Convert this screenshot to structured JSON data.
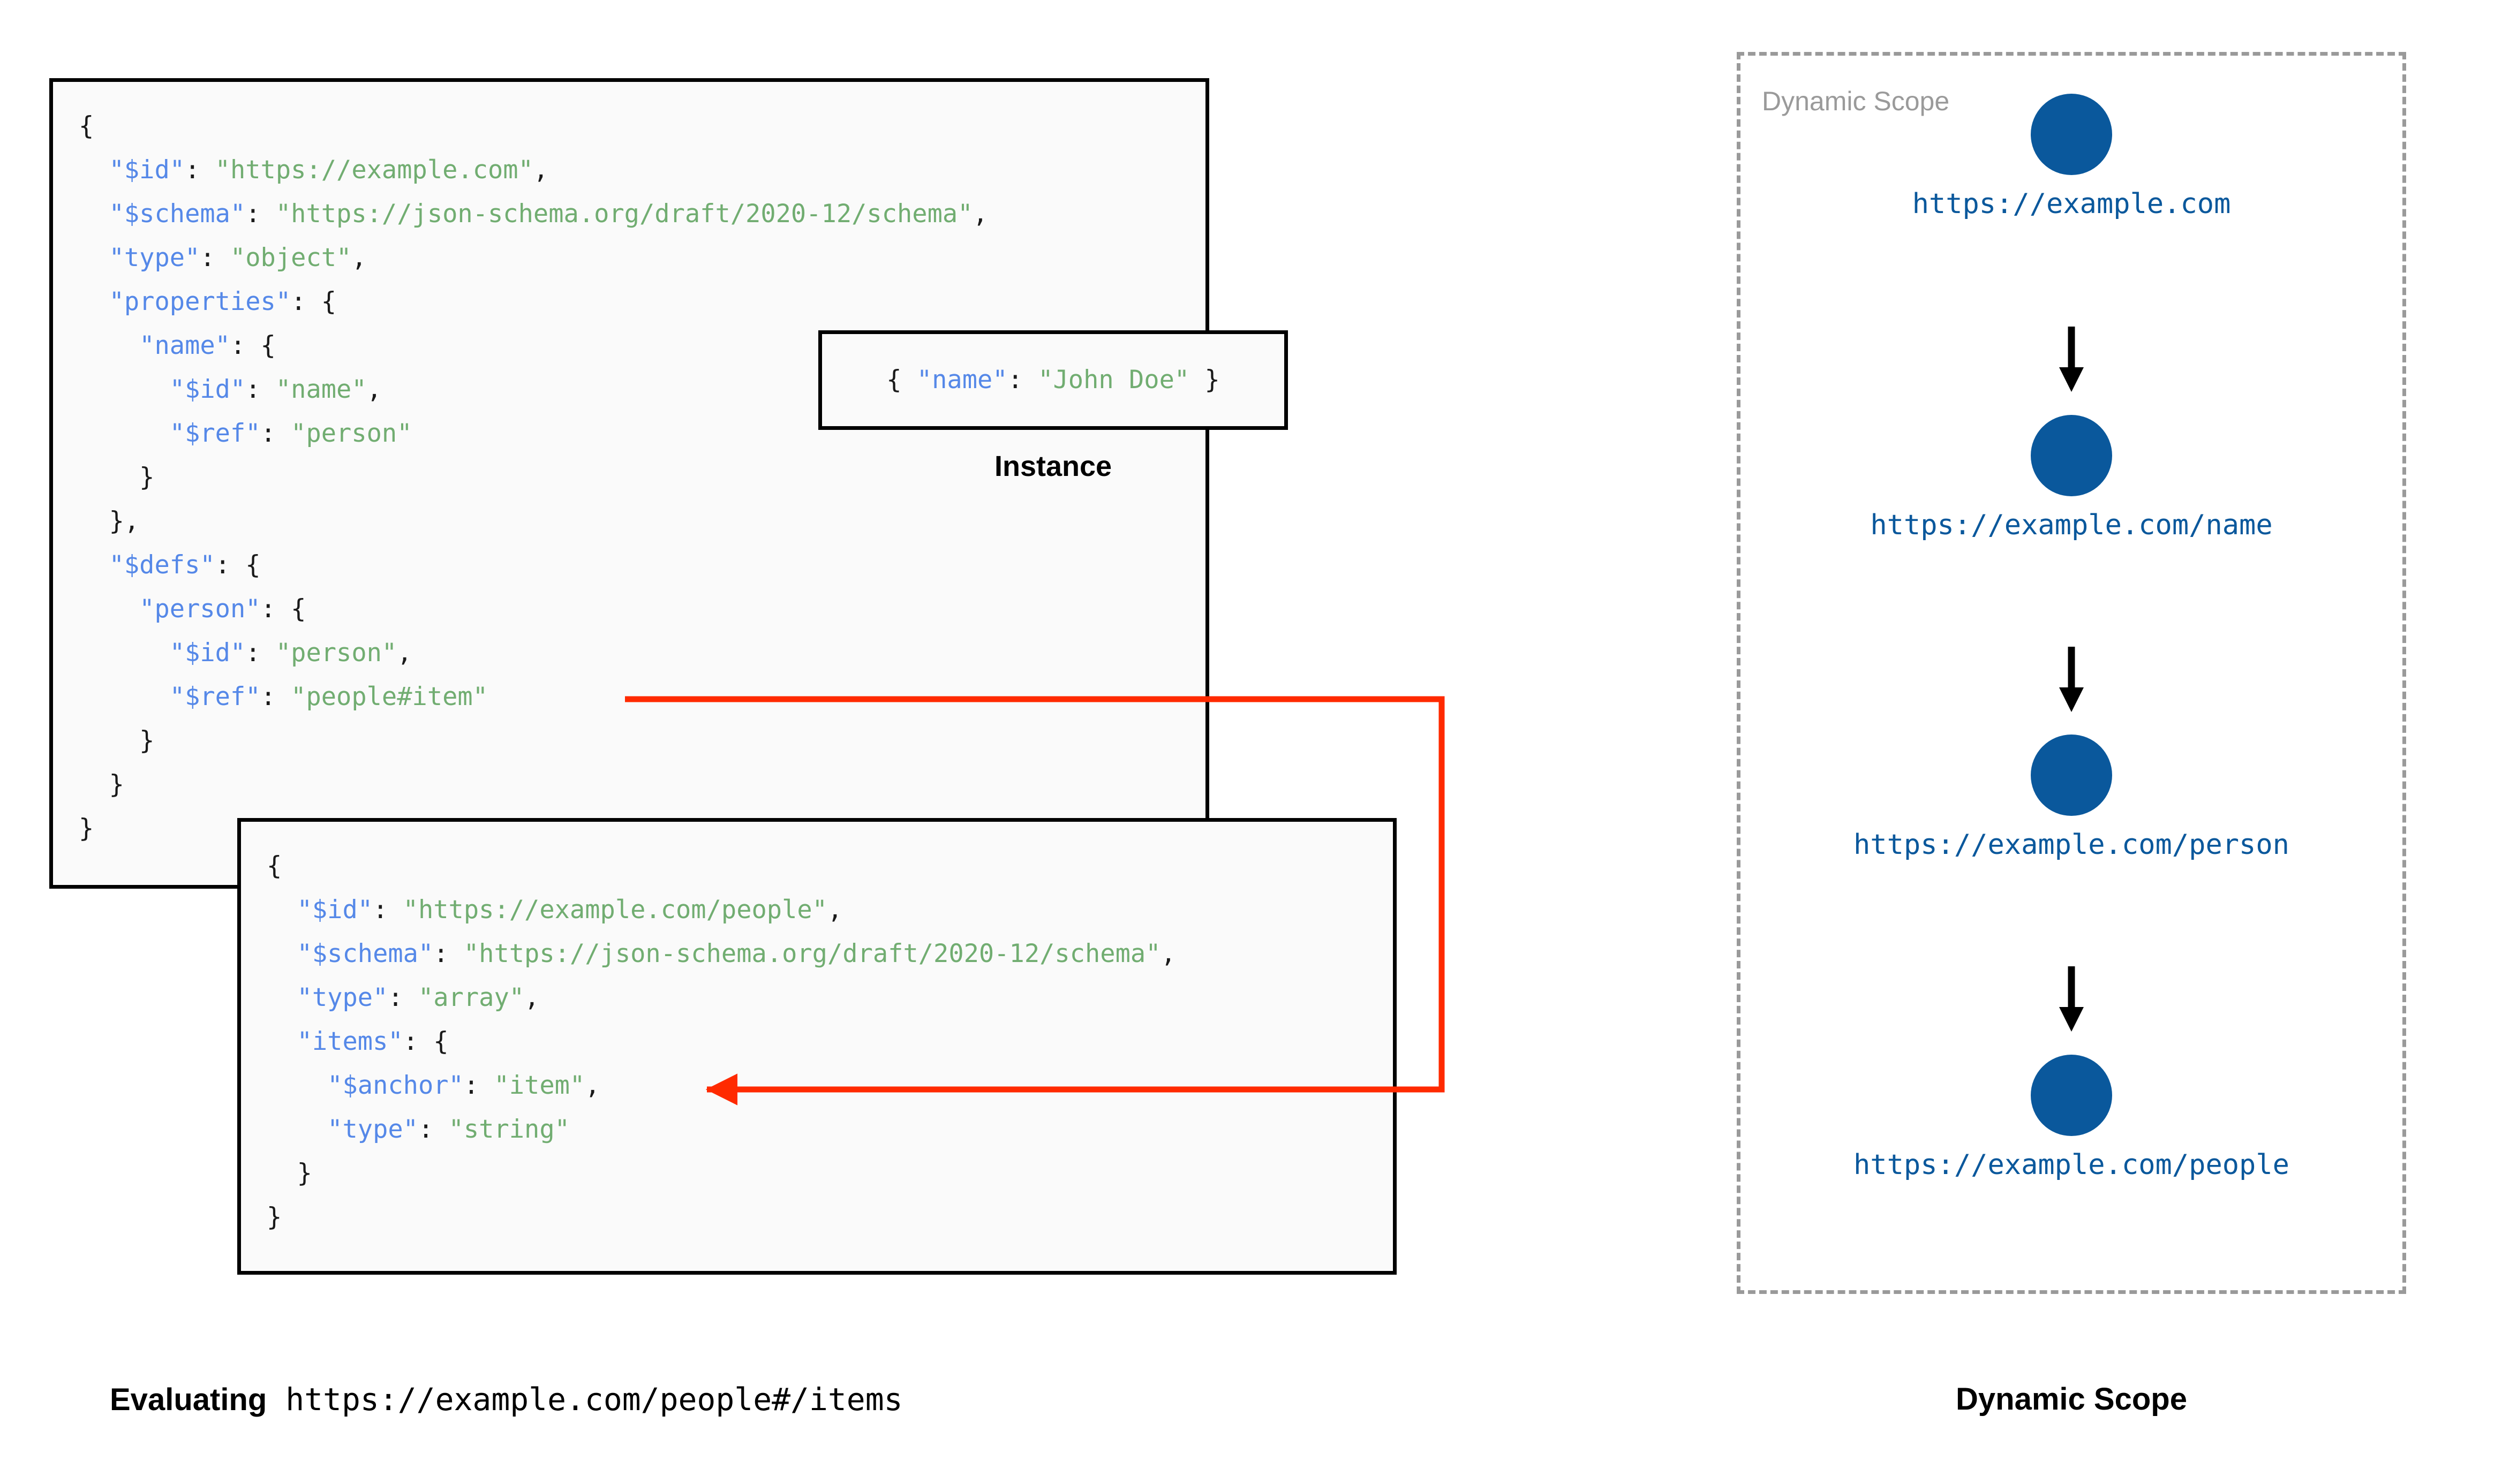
{
  "colors": {
    "json_key": "#5588e8",
    "json_string": "#71ad71",
    "punctuation": "#1a1a1a",
    "box_border": "#000000",
    "box_fill": "#fafafa",
    "ref_arrow": "#ff2a00",
    "scope_border": "#9a9a9a",
    "scope_node": "#0a589c",
    "scope_label": "#0a589c",
    "scope_title": "#9a9a9a"
  },
  "schema_root_box": {
    "lines": [
      [
        {
          "t": "{",
          "c": "punct"
        }
      ],
      [
        {
          "t": "  ",
          "c": "punct"
        },
        {
          "t": "\"$id\"",
          "c": "key"
        },
        {
          "t": ": ",
          "c": "punct"
        },
        {
          "t": "\"https://example.com\"",
          "c": "str"
        },
        {
          "t": ",",
          "c": "punct"
        }
      ],
      [
        {
          "t": "  ",
          "c": "punct"
        },
        {
          "t": "\"$schema\"",
          "c": "key"
        },
        {
          "t": ": ",
          "c": "punct"
        },
        {
          "t": "\"https://json-schema.org/draft/2020-12/schema\"",
          "c": "str"
        },
        {
          "t": ",",
          "c": "punct"
        }
      ],
      [
        {
          "t": "  ",
          "c": "punct"
        },
        {
          "t": "\"type\"",
          "c": "key"
        },
        {
          "t": ": ",
          "c": "punct"
        },
        {
          "t": "\"object\"",
          "c": "str"
        },
        {
          "t": ",",
          "c": "punct"
        }
      ],
      [
        {
          "t": "  ",
          "c": "punct"
        },
        {
          "t": "\"properties\"",
          "c": "key"
        },
        {
          "t": ": {",
          "c": "punct"
        }
      ],
      [
        {
          "t": "    ",
          "c": "punct"
        },
        {
          "t": "\"name\"",
          "c": "key"
        },
        {
          "t": ": {",
          "c": "punct"
        }
      ],
      [
        {
          "t": "      ",
          "c": "punct"
        },
        {
          "t": "\"$id\"",
          "c": "key"
        },
        {
          "t": ": ",
          "c": "punct"
        },
        {
          "t": "\"name\"",
          "c": "str"
        },
        {
          "t": ",",
          "c": "punct"
        }
      ],
      [
        {
          "t": "      ",
          "c": "punct"
        },
        {
          "t": "\"$ref\"",
          "c": "key"
        },
        {
          "t": ": ",
          "c": "punct"
        },
        {
          "t": "\"person\"",
          "c": "str"
        }
      ],
      [
        {
          "t": "    }",
          "c": "punct"
        }
      ],
      [
        {
          "t": "  },",
          "c": "punct"
        }
      ],
      [
        {
          "t": "  ",
          "c": "punct"
        },
        {
          "t": "\"$defs\"",
          "c": "key"
        },
        {
          "t": ": {",
          "c": "punct"
        }
      ],
      [
        {
          "t": "    ",
          "c": "punct"
        },
        {
          "t": "\"person\"",
          "c": "key"
        },
        {
          "t": ": {",
          "c": "punct"
        }
      ],
      [
        {
          "t": "      ",
          "c": "punct"
        },
        {
          "t": "\"$id\"",
          "c": "key"
        },
        {
          "t": ": ",
          "c": "punct"
        },
        {
          "t": "\"person\"",
          "c": "str"
        },
        {
          "t": ",",
          "c": "punct"
        }
      ],
      [
        {
          "t": "      ",
          "c": "punct"
        },
        {
          "t": "\"$ref\"",
          "c": "key"
        },
        {
          "t": ": ",
          "c": "punct"
        },
        {
          "t": "\"people#item\"",
          "c": "str"
        }
      ],
      [
        {
          "t": "    }",
          "c": "punct"
        }
      ],
      [
        {
          "t": "  }",
          "c": "punct"
        }
      ],
      [
        {
          "t": "}",
          "c": "punct"
        }
      ]
    ]
  },
  "people_schema_box": {
    "lines": [
      [
        {
          "t": "{",
          "c": "punct"
        }
      ],
      [
        {
          "t": "  ",
          "c": "punct"
        },
        {
          "t": "\"$id\"",
          "c": "key"
        },
        {
          "t": ": ",
          "c": "punct"
        },
        {
          "t": "\"https://example.com/people\"",
          "c": "str"
        },
        {
          "t": ",",
          "c": "punct"
        }
      ],
      [
        {
          "t": "  ",
          "c": "punct"
        },
        {
          "t": "\"$schema\"",
          "c": "key"
        },
        {
          "t": ": ",
          "c": "punct"
        },
        {
          "t": "\"https://json-schema.org/draft/2020-12/schema\"",
          "c": "str"
        },
        {
          "t": ",",
          "c": "punct"
        }
      ],
      [
        {
          "t": "  ",
          "c": "punct"
        },
        {
          "t": "\"type\"",
          "c": "key"
        },
        {
          "t": ": ",
          "c": "punct"
        },
        {
          "t": "\"array\"",
          "c": "str"
        },
        {
          "t": ",",
          "c": "punct"
        }
      ],
      [
        {
          "t": "  ",
          "c": "punct"
        },
        {
          "t": "\"items\"",
          "c": "key"
        },
        {
          "t": ": {",
          "c": "punct"
        }
      ],
      [
        {
          "t": "    ",
          "c": "punct"
        },
        {
          "t": "\"$anchor\"",
          "c": "key"
        },
        {
          "t": ": ",
          "c": "punct"
        },
        {
          "t": "\"item\"",
          "c": "str"
        },
        {
          "t": ",",
          "c": "punct"
        }
      ],
      [
        {
          "t": "    ",
          "c": "punct"
        },
        {
          "t": "\"type\"",
          "c": "key"
        },
        {
          "t": ": ",
          "c": "punct"
        },
        {
          "t": "\"string\"",
          "c": "str"
        }
      ],
      [
        {
          "t": "  }",
          "c": "punct"
        }
      ],
      [
        {
          "t": "}",
          "c": "punct"
        }
      ]
    ]
  },
  "instance_box": {
    "lines": [
      [
        {
          "t": "{ ",
          "c": "punct"
        },
        {
          "t": "\"name\"",
          "c": "key"
        },
        {
          "t": ": ",
          "c": "punct"
        },
        {
          "t": "\"John Doe\"",
          "c": "str"
        },
        {
          "t": " }",
          "c": "punct"
        }
      ]
    ],
    "label": "Instance"
  },
  "dynamic_scope": {
    "title": "Dynamic Scope",
    "nodes": [
      {
        "label": "https://example.com"
      },
      {
        "label": "https://example.com/name"
      },
      {
        "label": "https://example.com/person"
      },
      {
        "label": "https://example.com/people"
      }
    ]
  },
  "captions": {
    "left_bold": "Evaluating",
    "left_mono": " https://example.com/people#/items",
    "right": "Dynamic Scope"
  }
}
